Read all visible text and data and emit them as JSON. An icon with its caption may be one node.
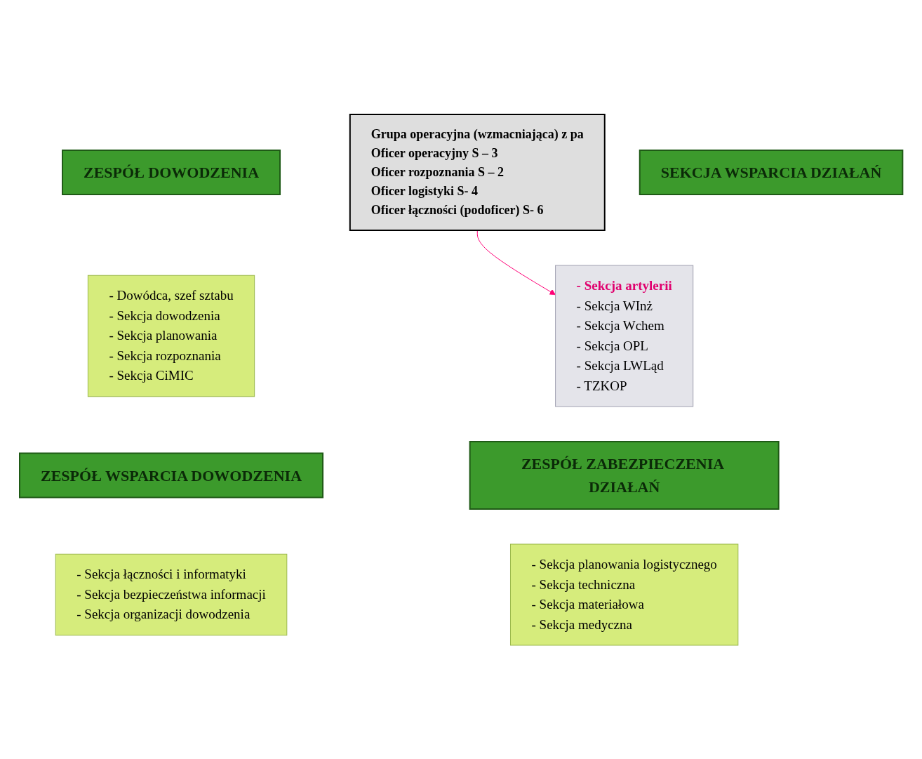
{
  "diagram": {
    "nodes": [
      {
        "text": [
          "ZESPÓŁ DOWODZENIA"
        ]
      },
      {
        "text": [
          "- Dowódca, szef sztabu",
          "- Sekcja dowodzenia",
          "- Sekcja planowania",
          "- Sekcja rozpoznania",
          "- Sekcja CiMIC"
        ]
      },
      {
        "text": [
          "SEKCJA WSPARCIA DZIAŁAŃ"
        ]
      },
      {
        "text": [
          "- Sekcja artylerii",
          "- Sekcja WInż",
          "- Sekcja Wchem",
          "- Sekcja OPL",
          "- Sekcja LWLąd",
          "- TZKOP"
        ]
      },
      {
        "text": [
          "Grupa operacyjna (wzmacniająca) z pa",
          "Oficer operacyjny S – 3",
          "Oficer rozpoznania S – 2",
          "Oficer logistyki S- 4",
          "Oficer łączności (podoficer) S- 6"
        ]
      },
      {
        "text": [
          "ZESPÓŁ WSPARCIA DOWODZENIA"
        ]
      },
      {
        "text": [
          "- Sekcja łączności i informatyki",
          "- Sekcja bezpieczeństwa informacji",
          "- Sekcja organizacji dowodzenia"
        ]
      },
      {
        "text": [
          "ZESPÓŁ ZABEZPIECZENIA DZIAŁAŃ"
        ]
      },
      {
        "text": [
          "- Sekcja planowania logistycznego",
          "- Sekcja techniczna",
          "- Sekcja materiałowa",
          "- Sekcja medyczna"
        ]
      }
    ],
    "edges": [
      {
        "from": 4,
        "to": 3,
        "arrow": "to",
        "color": "#ff0077"
      }
    ]
  }
}
